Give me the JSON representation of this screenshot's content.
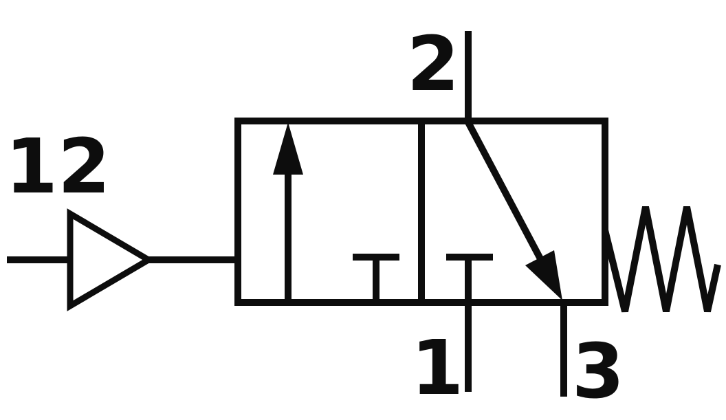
{
  "diagram": {
    "labels": {
      "pilot_port": "12",
      "port_top": "2",
      "port_bottom_left": "1",
      "port_bottom_right": "3"
    },
    "colors": {
      "line": "#0d0d0d",
      "background": "#ffffff"
    }
  }
}
